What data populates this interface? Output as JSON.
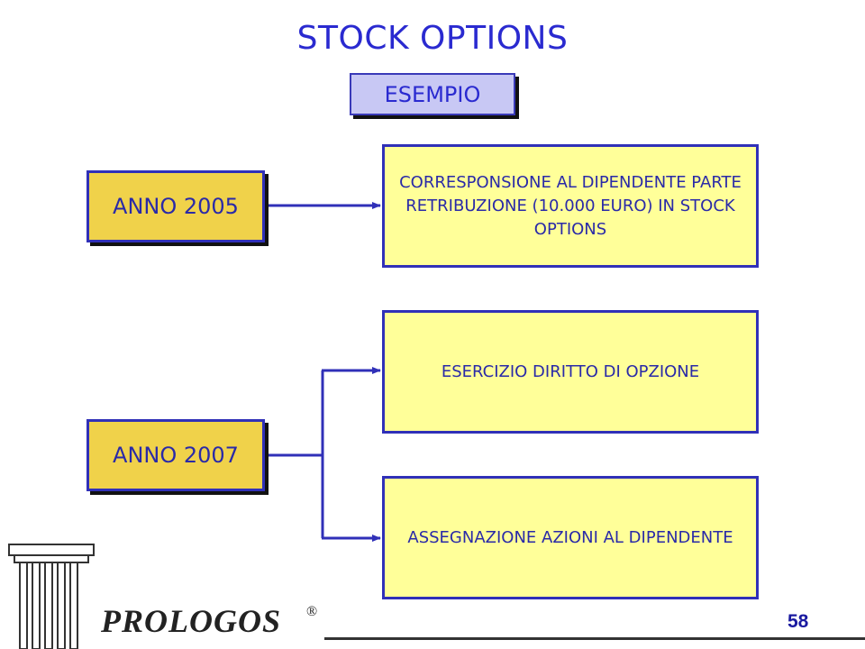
{
  "title": "STOCK OPTIONS",
  "subtitle": "ESEMPIO",
  "years": {
    "first": "ANNO 2005",
    "second": "ANNO 2007"
  },
  "boxes": {
    "compensation": "CORRESPONSIONE AL DIPENDENTE PARTE RETRIBUZIONE (10.000 EURO) IN STOCK OPTIONS",
    "exercise": "ESERCIZIO DIRITTO DI OPZIONE",
    "assignment": "ASSEGNAZIONE AZIONI AL DIPENDENTE"
  },
  "footer": {
    "logo": "PROLOGOS",
    "logo_mark": "®",
    "page_number": "58"
  },
  "colors": {
    "title": "#2a2ad0",
    "year_fill": "#f0d24a",
    "box_fill": "#ffff99",
    "subtitle_fill": "#c8c8f4",
    "border": "#3030b8"
  }
}
